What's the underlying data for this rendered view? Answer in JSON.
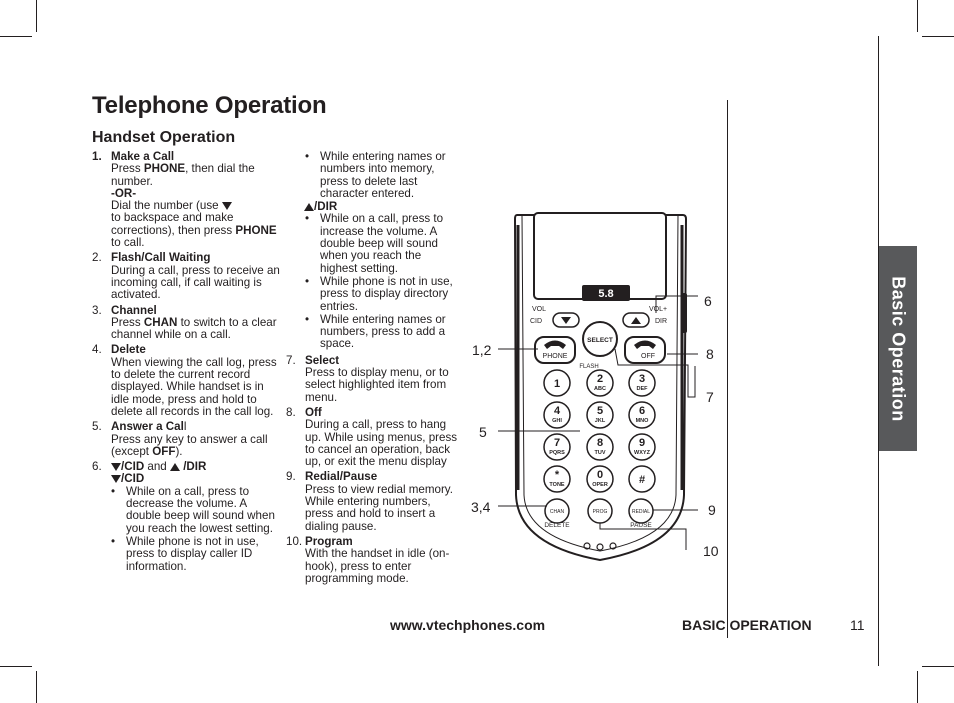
{
  "title": "Telephone Operation",
  "subtitle": "Handset Operation",
  "side_tab": "Basic Operation",
  "footer": {
    "url": "www.vtechphones.com",
    "section": "BASIC OPERATION",
    "page": "11"
  },
  "items": {
    "i1": {
      "num": "1.",
      "title": "Make a Call",
      "l1a": "Press ",
      "l1b": "PHONE",
      "l1c": ", then dial the number.",
      "or": "-OR-",
      "l2a": "Dial the number (use ",
      "l2b": "to backspace and make corrections), then press ",
      "l2c": "PHONE",
      "l2d": " to call."
    },
    "i2": {
      "num": "2.",
      "title": "Flash/Call Waiting",
      "text": "During a call, press to receive an incoming call, if call waiting is activated."
    },
    "i3": {
      "num": "3.",
      "title": "Channel",
      "a": "Press ",
      "b": "CHAN",
      "c": " to switch to a clear channel while on a call."
    },
    "i4": {
      "num": "4.",
      "title": "Delete",
      "text": "When viewing the call log, press to delete the current record displayed. While handset is in idle mode, press and hold to delete all records in the call log."
    },
    "i5": {
      "num": "5.",
      "title": "Answer a Cal",
      "title_end": "l",
      "a": "Press any key to answer a call (except ",
      "b": "OFF",
      "c": ")."
    },
    "i6": {
      "num": "6.",
      "t1": "/CID",
      "and": " and ",
      "t2": " /DIR",
      "sub": "/CID",
      "b1": "While on a call, press to decrease the volume. A double beep will sound when you reach the lowest setting.",
      "b2": "While phone is not in use, press to display caller ID information.",
      "b3": "While entering names or numbers into memory, press to delete last character entered.",
      "sub2": "/DIR",
      "b4": "While on a call, press to increase the volume. A double beep will sound when you reach the highest setting.",
      "b5": "While phone is not in use, press to display directory entries.",
      "b6": "While entering names or numbers, press to add a space."
    },
    "i7": {
      "num": "7.",
      "title": "Select",
      "text": "Press to display menu, or to select highlighted item from menu."
    },
    "i8": {
      "num": "8.",
      "title": "Off",
      "text": "During a call, press to hang up. While using menus, press to cancel an operation, back up, or exit the menu display"
    },
    "i9": {
      "num": "9.",
      "title": "Redial/Pause",
      "text": "Press to view redial memory. While entering numbers, press and hold to insert a dialing pause."
    },
    "i10": {
      "num": "10.",
      "title": "Program",
      "text": "With the handset in idle (on-hook), press to enter programming mode."
    }
  },
  "phone": {
    "logo": "5.8",
    "labels": {
      "vol_l": "VOL",
      "cid": "CID",
      "vol_r": "VOL+",
      "dir": "DIR",
      "select": "SELECT",
      "phone": "PHONE",
      "off": "OFF",
      "flash": "FLASH",
      "delete": "DELETE",
      "pause": "PAUSE",
      "chan": "CHAN",
      "prog": "PROG",
      "redial": "REDIAL"
    },
    "keys": [
      {
        "d": "1",
        "l": ""
      },
      {
        "d": "2",
        "l": "ABC"
      },
      {
        "d": "3",
        "l": "DEF"
      },
      {
        "d": "4",
        "l": "GHI"
      },
      {
        "d": "5",
        "l": "JKL"
      },
      {
        "d": "6",
        "l": "MNO"
      },
      {
        "d": "7",
        "l": "PQRS"
      },
      {
        "d": "8",
        "l": "TUV"
      },
      {
        "d": "9",
        "l": "WXYZ"
      },
      {
        "d": "*",
        "l": "TONE"
      },
      {
        "d": "0",
        "l": "OPER"
      },
      {
        "d": "#",
        "l": ""
      }
    ]
  },
  "callouts": {
    "c12": "1,2",
    "c5": "5",
    "c34": "3,4",
    "c6": "6",
    "c8": "8",
    "c7": "7",
    "c9": "9",
    "c10": "10"
  }
}
